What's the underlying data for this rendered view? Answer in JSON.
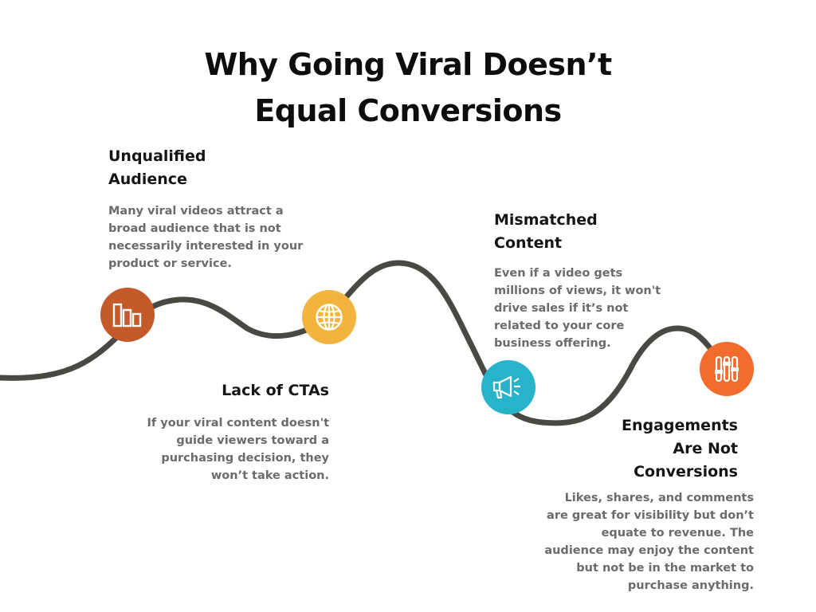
{
  "title": "Why Going Viral Doesn’t Equal Conversions",
  "colors": {
    "curve": "#4a4842",
    "step1": "#c45a29",
    "step2": "#f3b43f",
    "step3": "#27b3c9",
    "step4": "#f26c2e"
  },
  "steps": [
    {
      "heading": "Unqualified Audience",
      "body": "Many viral videos attract a broad audience that is not necessarily interested in your product or service.",
      "icon": "bar-chart-icon"
    },
    {
      "heading": "Lack of CTAs",
      "body": "If your viral content doesn't guide viewers toward a purchasing decision, they won’t take action.",
      "icon": "globe-icon"
    },
    {
      "heading": "Mismatched Content",
      "body": "Even if a video gets millions of views, it won't drive sales if it’s not related to your core business offering.",
      "icon": "megaphone-icon"
    },
    {
      "heading": "Engagements Are Not Conversions",
      "body": "Likes, shares, and comments are great for visibility but don’t equate to revenue. The audience may enjoy the content but not be in the market to purchase anything.",
      "icon": "sliders-icon"
    }
  ]
}
